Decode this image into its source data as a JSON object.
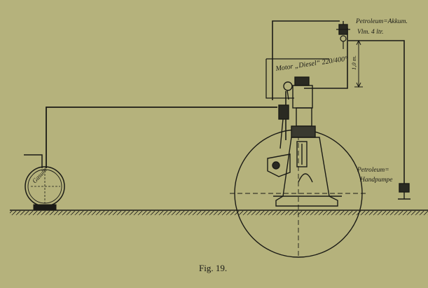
{
  "labels": {
    "akku_line1": "Petroleum=Akkum.",
    "akku_line2": "Vlm. 4 ltr.",
    "motor": "Motor „Diesel“ 220/400°",
    "height": "1,0 m.",
    "gasuhr": "Gasuhr",
    "pump_line1": "Petroleum=",
    "pump_line2": "Handpumpe"
  },
  "caption": "Fig. 19.",
  "colors": {
    "background": "#b5b27c",
    "ink": "#1b1b16"
  }
}
